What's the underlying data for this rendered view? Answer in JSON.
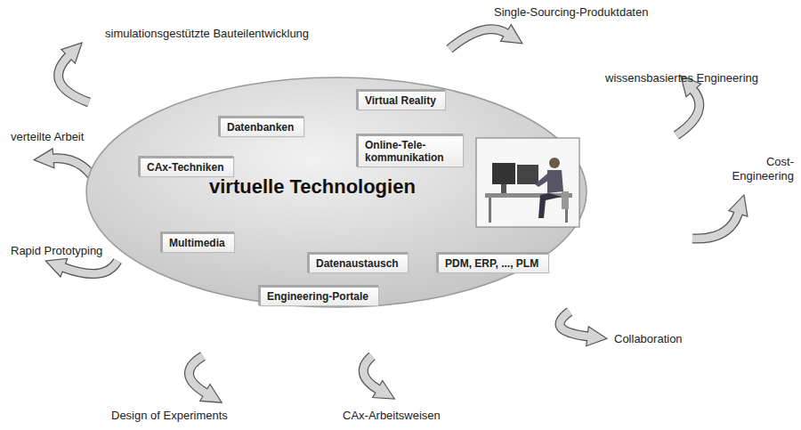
{
  "diagram": {
    "nodes": [
      {
        "text": [
          "virtuelle Technologien"
        ]
      },
      {
        "text": [
          "Virtual Reality"
        ],
        "in": 0
      },
      {
        "text": [
          "Datenbanken"
        ],
        "in": 0
      },
      {
        "text": [
          "Online-Tele-kommunikation"
        ],
        "in": 0
      },
      {
        "text": [
          "CAx-Techniken"
        ],
        "in": 0
      },
      {
        "text": [
          "Multimedia"
        ],
        "in": 0
      },
      {
        "text": [
          "Datenaustausch"
        ],
        "in": 0
      },
      {
        "text": [
          "PDM, ERP, ..., PLM"
        ],
        "in": 0
      },
      {
        "text": [
          "Engineering-Portale"
        ],
        "in": 0
      }
    ],
    "labels": [
      "simulationsgestützte Bauteilentwicklung",
      "Single-Sourcing-Produktdaten",
      "wissensbasiertes Engineering",
      "verteilte Arbeit",
      "Cost-Engineering",
      "Rapid Prototyping",
      "Collaboration",
      "Design of Experiments",
      "CAx-Arbeitsweisen"
    ]
  }
}
